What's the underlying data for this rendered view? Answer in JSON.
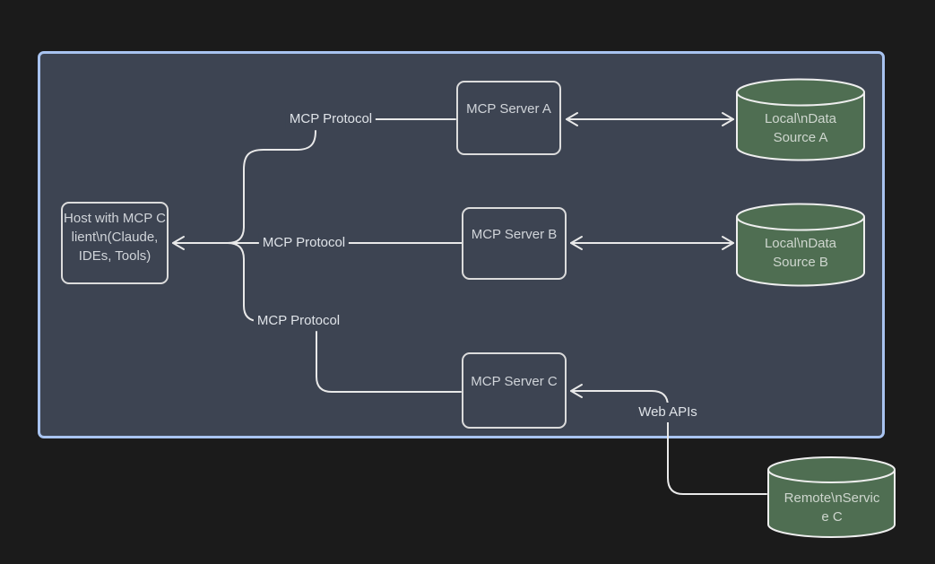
{
  "colors": {
    "page_bg": "#1b1b1b",
    "container_bg": "#3d4452",
    "container_border": "#a8c3f0",
    "node_border": "#dcdcdc",
    "node_text": "#d0d4d9",
    "edge_text": "#dfe3e8",
    "line": "#e9e9e9",
    "cylinder_fill": "#4f6e52",
    "cylinder_border": "#eeeeee",
    "cylinder_text": "#ced6ce"
  },
  "nodes": {
    "host": {
      "lines": [
        "Host with MCP C",
        "lient\\n(Claude,",
        "IDEs, Tools)"
      ]
    },
    "server_a": {
      "label": "MCP Server A"
    },
    "server_b": {
      "label": "MCP Server B"
    },
    "server_c": {
      "label": "MCP Server C"
    },
    "data_source_a": {
      "lines": [
        "Local\\nData",
        "Source A"
      ]
    },
    "data_source_b": {
      "lines": [
        "Local\\nData",
        "Source B"
      ]
    },
    "remote_service_c": {
      "lines": [
        "Remote\\nServic",
        "e C"
      ]
    }
  },
  "edge_labels": {
    "protocol_top": "MCP Protocol",
    "protocol_mid": "MCP Protocol",
    "protocol_bottom": "MCP Protocol",
    "web_apis": "Web APIs"
  }
}
